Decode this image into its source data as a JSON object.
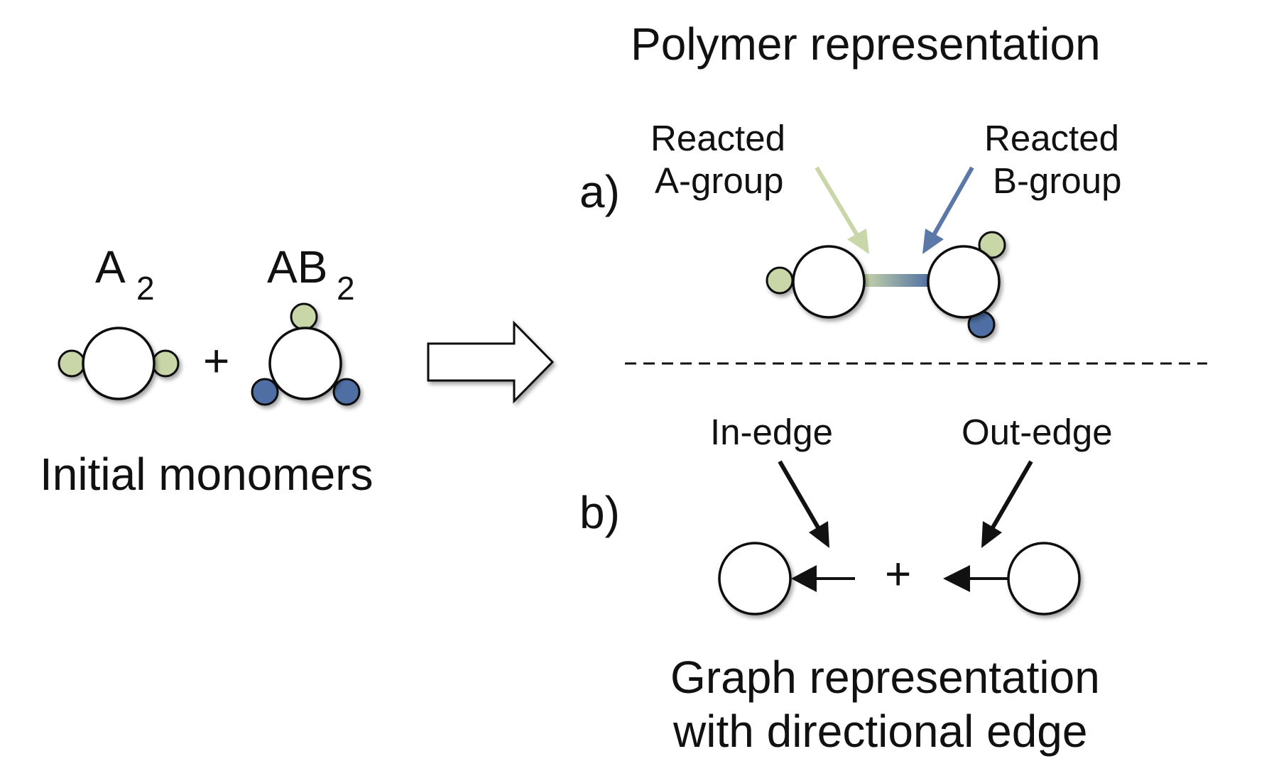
{
  "colors": {
    "a_group": "#c8d6a8",
    "b_group": "#4f6ea3",
    "ring_stroke": "#111111",
    "ring_fill": "#ffffff",
    "arrow_a": "#c8d6a8",
    "arrow_b": "#5b78a8"
  },
  "left": {
    "a2_base": "A",
    "a2_sub": "2",
    "ab2_base": "AB",
    "ab2_sub": "2",
    "plus": "+",
    "caption": "Initial monomers"
  },
  "right": {
    "title": "Polymer representation",
    "panel_a": {
      "label": "a)",
      "reacted_a_line1": "Reacted",
      "reacted_a_line2": "A-group",
      "reacted_b_line1": "Reacted",
      "reacted_b_line2": "B-group"
    },
    "panel_b": {
      "label": "b)",
      "in_edge": "In-edge",
      "out_edge": "Out-edge",
      "plus": "+",
      "caption_line1": "Graph representation",
      "caption_line2": "with directional edge"
    }
  }
}
